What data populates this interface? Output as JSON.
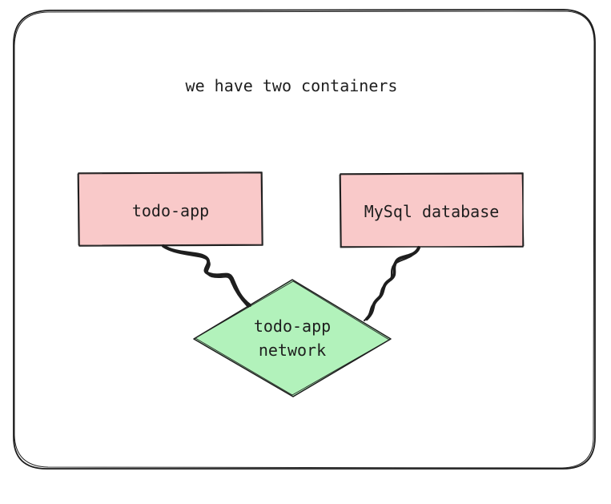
{
  "diagram": {
    "caption": "we have two containers",
    "container_app": "todo-app",
    "container_db": "MySql database",
    "network_line1": "todo-app",
    "network_line2": "network"
  },
  "colors": {
    "container_fill": "#f9c9c9",
    "network_fill": "#b2f2bb",
    "stroke": "#1e1e1e",
    "background": "#ffffff"
  }
}
